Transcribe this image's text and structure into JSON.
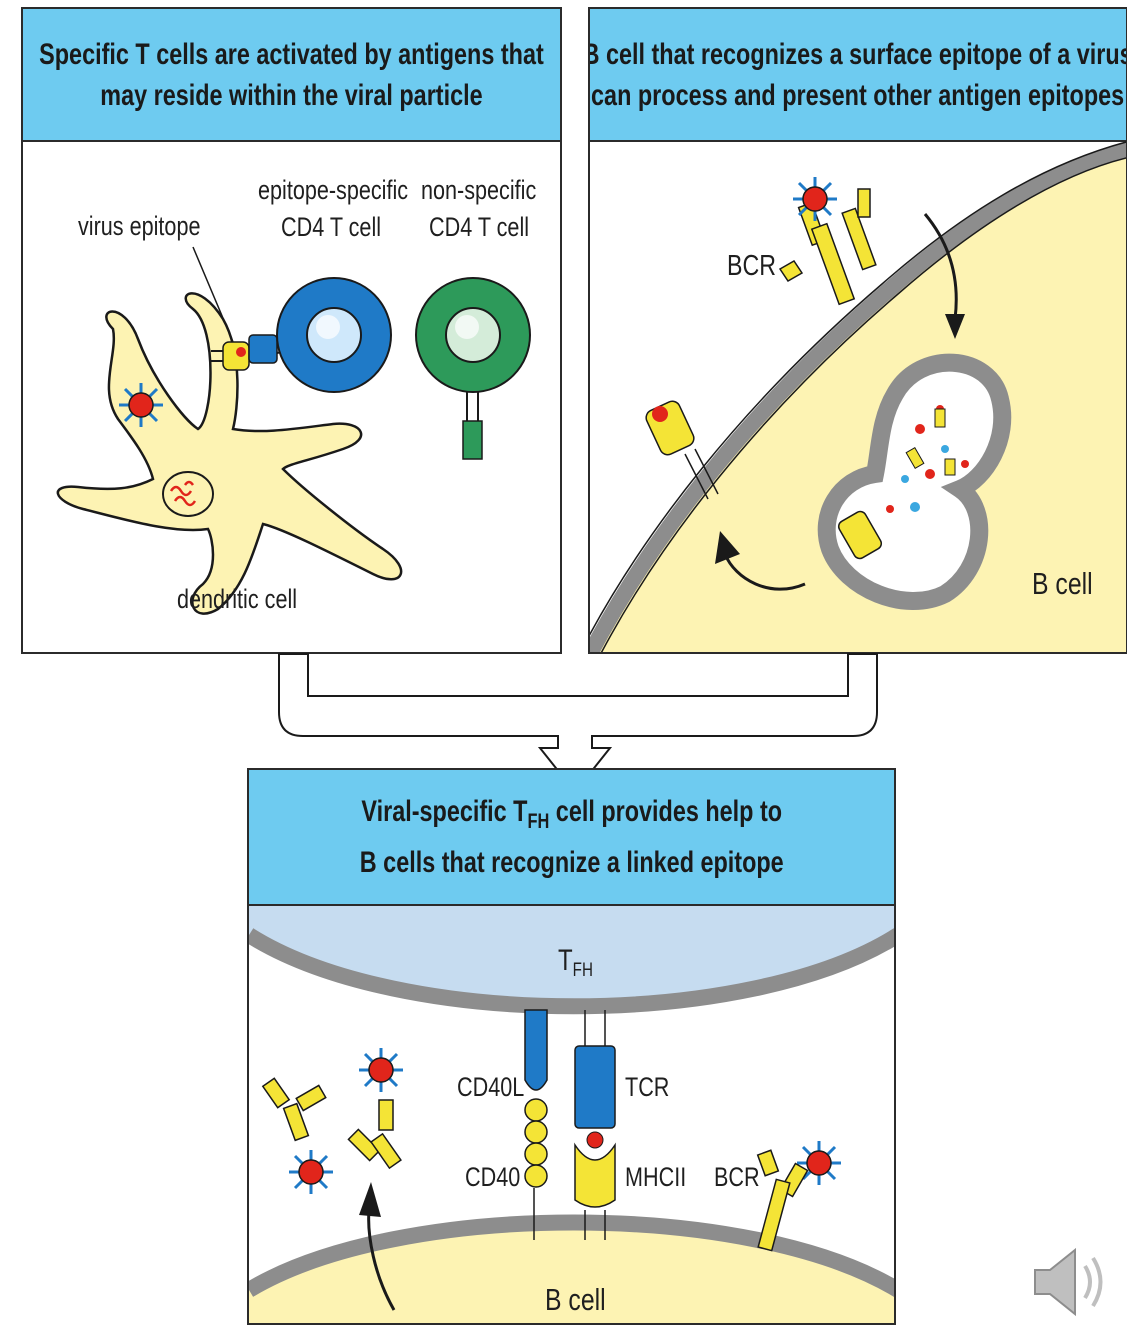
{
  "panel_left": {
    "header_line1": "Specific T cells are activated by antigens that",
    "header_line2": "may reside within the viral particle",
    "label_virus_epitope": "virus epitope",
    "label_epitope_specific_1": "epitope-specific",
    "label_epitope_specific_2": "CD4 T cell",
    "label_non_specific_1": "non-specific",
    "label_non_specific_2": "CD4 T cell",
    "label_dendritic": "dendritic cell"
  },
  "panel_right": {
    "header_line1": "B cell that recognizes a surface epitope of a virus",
    "header_line2": "can process and present other antigen epitopes",
    "label_bcr": "BCR",
    "label_bcell": "B cell"
  },
  "panel_bottom": {
    "header_line1_pre": "Viral-specific T",
    "header_line1_sub": "FH",
    "header_line1_post": " cell provides help to",
    "header_line2": "B cells that recognize a linked epitope",
    "label_tfh_main": "T",
    "label_tfh_sub": "FH",
    "label_cd40l": "CD40L",
    "label_tcr": "TCR",
    "label_cd40": "CD40",
    "label_mhcii": "MHCII",
    "label_bcr": "BCR",
    "label_bcell": "B cell"
  },
  "colors": {
    "header_blue": "#6ecbf0",
    "cell_yellow": "#fdf3b3",
    "receptor_yellow": "#f4e436",
    "tcell_blue": "#1f7ac7",
    "tcell_green": "#2d9a5a",
    "virus_red": "#e1251b",
    "membrane_gray": "#8d8d8d",
    "tfh_blue": "#c6dcf0"
  },
  "icons": [
    "virus-icon",
    "speaker-icon"
  ]
}
